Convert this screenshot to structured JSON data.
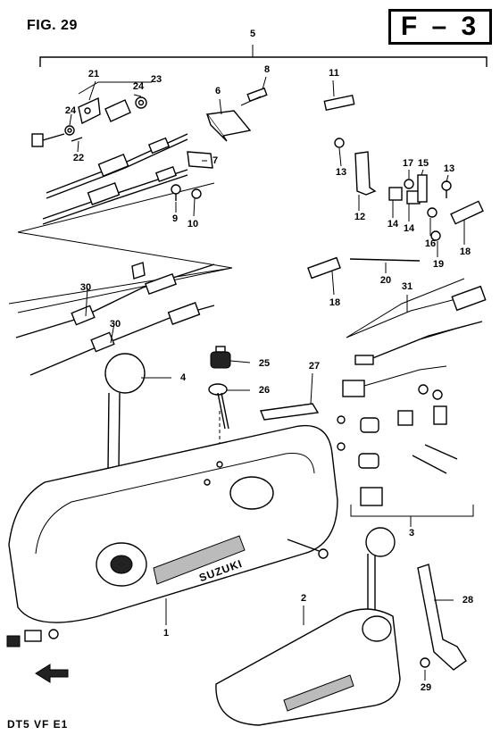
{
  "figure_label": "FIG. 29",
  "section_code": "F  –  3",
  "model_code": "DT5  VF  E1",
  "brand_text": "SUZUKI",
  "callouts": [
    {
      "id": "c5",
      "label": "5"
    },
    {
      "id": "c21",
      "label": "21"
    },
    {
      "id": "c8",
      "label": "8"
    },
    {
      "id": "c11",
      "label": "11"
    },
    {
      "id": "c24a",
      "label": "24"
    },
    {
      "id": "c23",
      "label": "23"
    },
    {
      "id": "c24b",
      "label": "24"
    },
    {
      "id": "c6",
      "label": "6"
    },
    {
      "id": "c22",
      "label": "22"
    },
    {
      "id": "c7",
      "label": "7"
    },
    {
      "id": "c9",
      "label": "9"
    },
    {
      "id": "c10",
      "label": "10"
    },
    {
      "id": "c13a",
      "label": "13"
    },
    {
      "id": "c17",
      "label": "17"
    },
    {
      "id": "c15",
      "label": "15"
    },
    {
      "id": "c13b",
      "label": "13"
    },
    {
      "id": "c12",
      "label": "12"
    },
    {
      "id": "c14a",
      "label": "14"
    },
    {
      "id": "c14b",
      "label": "14"
    },
    {
      "id": "c16",
      "label": "16"
    },
    {
      "id": "c19",
      "label": "19"
    },
    {
      "id": "c18a",
      "label": "18"
    },
    {
      "id": "c20",
      "label": "20"
    },
    {
      "id": "c31",
      "label": "31"
    },
    {
      "id": "c18b",
      "label": "18"
    },
    {
      "id": "c30a",
      "label": "30"
    },
    {
      "id": "c30b",
      "label": "30"
    },
    {
      "id": "c4",
      "label": "4"
    },
    {
      "id": "c25",
      "label": "25"
    },
    {
      "id": "c26",
      "label": "26"
    },
    {
      "id": "c27",
      "label": "27"
    },
    {
      "id": "c3",
      "label": "3"
    },
    {
      "id": "c1",
      "label": "1"
    },
    {
      "id": "c2",
      "label": "2"
    },
    {
      "id": "c28",
      "label": "28"
    },
    {
      "id": "c29",
      "label": "29"
    }
  ]
}
